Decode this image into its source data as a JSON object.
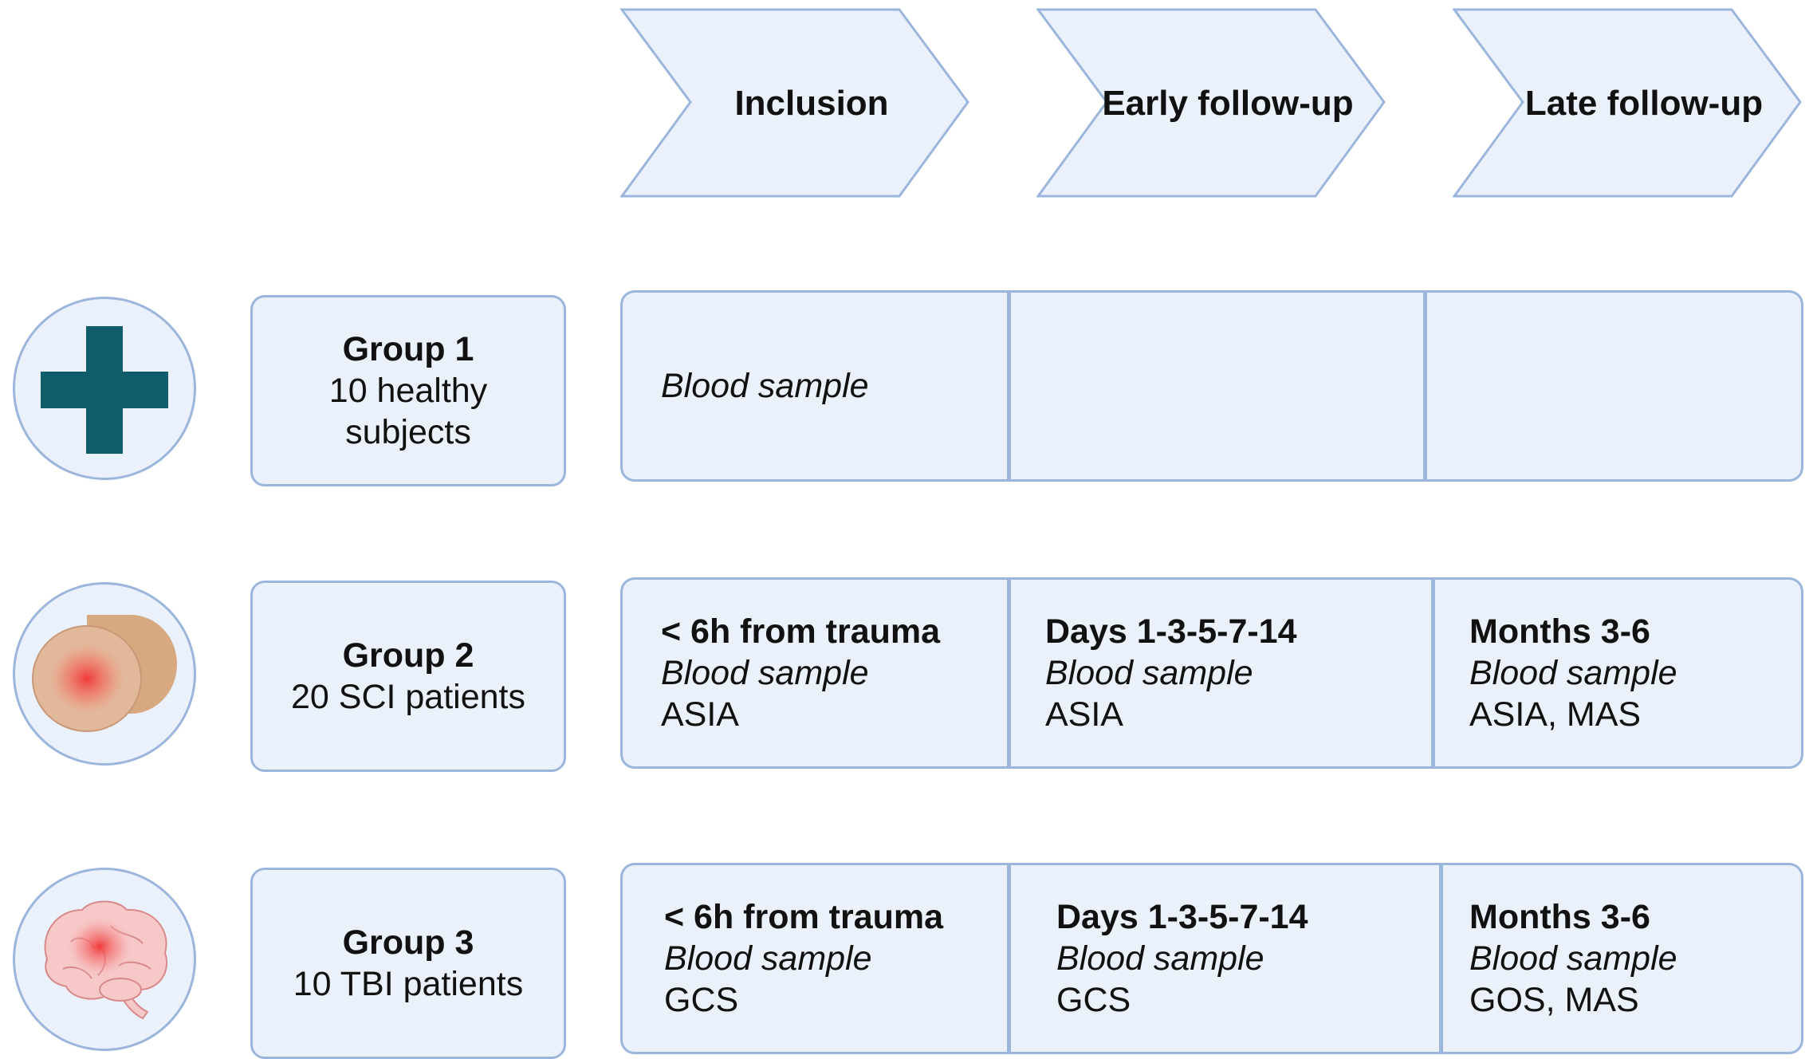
{
  "phases": [
    "Inclusion",
    "Early follow-up",
    "Late follow-up"
  ],
  "groups": [
    {
      "icon": "medical-cross-icon",
      "title": "Group 1",
      "line1": "10 healthy",
      "line2": "subjects",
      "cells": [
        {
          "heading": "",
          "sample": "Blood sample",
          "score": ""
        },
        {
          "heading": "",
          "sample": "",
          "score": ""
        },
        {
          "heading": "",
          "sample": "",
          "score": ""
        }
      ]
    },
    {
      "icon": "spinal-cord-icon",
      "title": "Group 2",
      "line1": "20 SCI patients",
      "line2": "",
      "cells": [
        {
          "heading": "< 6h from trauma",
          "sample": "Blood sample",
          "score": "ASIA"
        },
        {
          "heading": "Days 1-3-5-7-14",
          "sample": "Blood sample",
          "score": "ASIA"
        },
        {
          "heading": "Months 3-6",
          "sample": "Blood sample",
          "score": "ASIA, MAS"
        }
      ]
    },
    {
      "icon": "brain-icon",
      "title": "Group 3",
      "line1": "10 TBI patients",
      "line2": "",
      "cells": [
        {
          "heading": "< 6h from trauma",
          "sample": "Blood sample",
          "score": "GCS"
        },
        {
          "heading": "Days 1-3-5-7-14",
          "sample": "Blood sample",
          "score": "GCS"
        },
        {
          "heading": "Months 3-6",
          "sample": "Blood sample",
          "score": "GOS, MAS"
        }
      ]
    }
  ],
  "colors": {
    "box_fill": "#eaf1fa",
    "box_border": "#9cb5dc",
    "cross": "#0f5d6b",
    "injury_red": "#f03a3a"
  }
}
